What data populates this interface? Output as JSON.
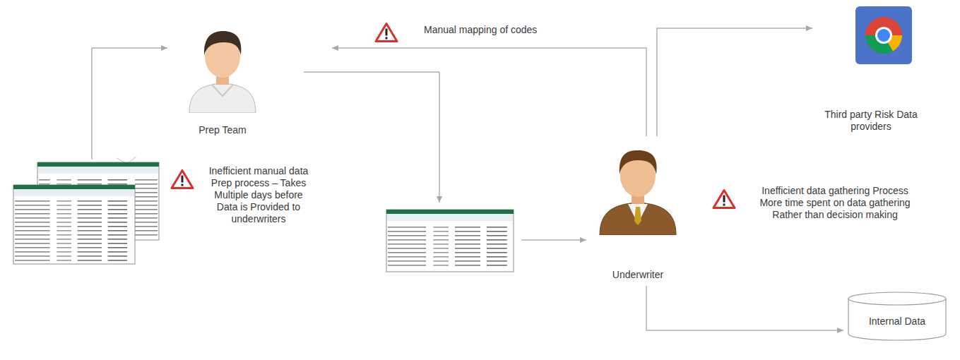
{
  "diagram": {
    "nodes": [
      {
        "text": [
          "Inefficient manual data Prep process – Takes Multiple days before Data is Provided to underwriters"
        ]
      },
      {
        "text": [
          "Prep Team"
        ]
      },
      {
        "text": []
      },
      {
        "text": [
          "Underwriter"
        ]
      },
      {
        "text": [
          "Third party Risk Data providers"
        ]
      },
      {
        "text": [
          "Internal Data"
        ]
      }
    ],
    "edges": [
      {
        "from": 0,
        "to": 1,
        "arrow": "to"
      },
      {
        "from": 1,
        "to": 2,
        "arrow": "to"
      },
      {
        "from": 2,
        "to": 3,
        "arrow": "to"
      },
      {
        "from": 3,
        "to": 1,
        "label": "Manual mapping of codes",
        "arrow": "to"
      },
      {
        "from": 3,
        "to": 4,
        "arrow": "to"
      },
      {
        "from": 3,
        "to": 5,
        "arrow": "to"
      }
    ],
    "labels": [
      "Inefficient data gathering Process More time spent on data gathering Rather than decision making"
    ]
  }
}
